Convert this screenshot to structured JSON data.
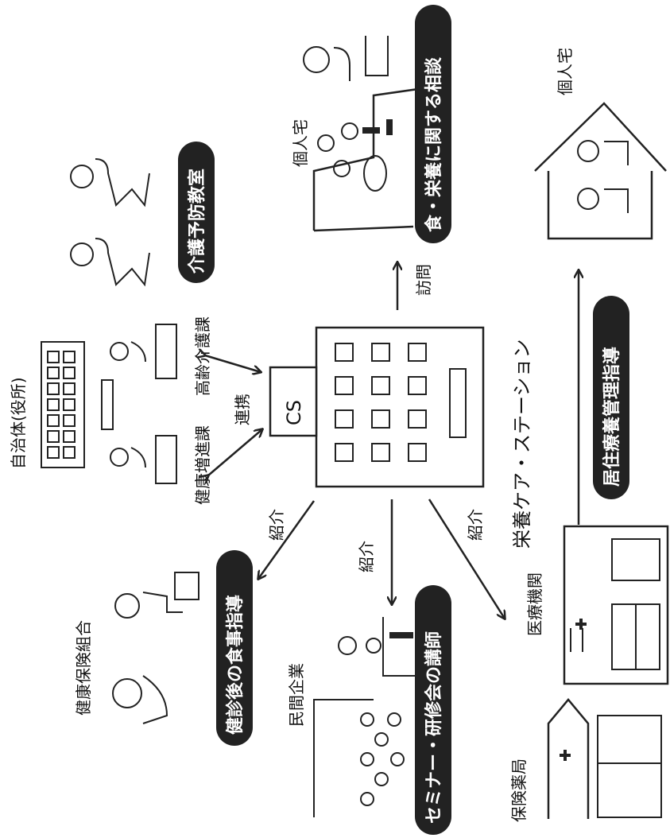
{
  "center": {
    "badge": "CS",
    "name": "栄養ケア・ステーション"
  },
  "municipality": {
    "title": "自治体(役所)",
    "dept_left": "健康増進課",
    "dept_right": "高齢介護課",
    "link_label": "連携"
  },
  "top_left": {
    "pill": "介護予防教室"
  },
  "top_right": {
    "house_label": "個人宅",
    "pill": "食・栄養に関する相談",
    "arrow_label": "訪問"
  },
  "right": {
    "house_label": "個人宅",
    "pill": "居住療養管理指導"
  },
  "bottom_left": {
    "title": "健康保険組合",
    "pill": "健診後の食事指導",
    "arrow_label": "紹介"
  },
  "bottom_center": {
    "title": "民間企業",
    "pill": "セミナー・研修会の講師",
    "arrow_label": "紹介"
  },
  "bottom_right": {
    "title": "医療機関",
    "arrow_label": "紹介",
    "pharmacy": "保険薬局"
  }
}
